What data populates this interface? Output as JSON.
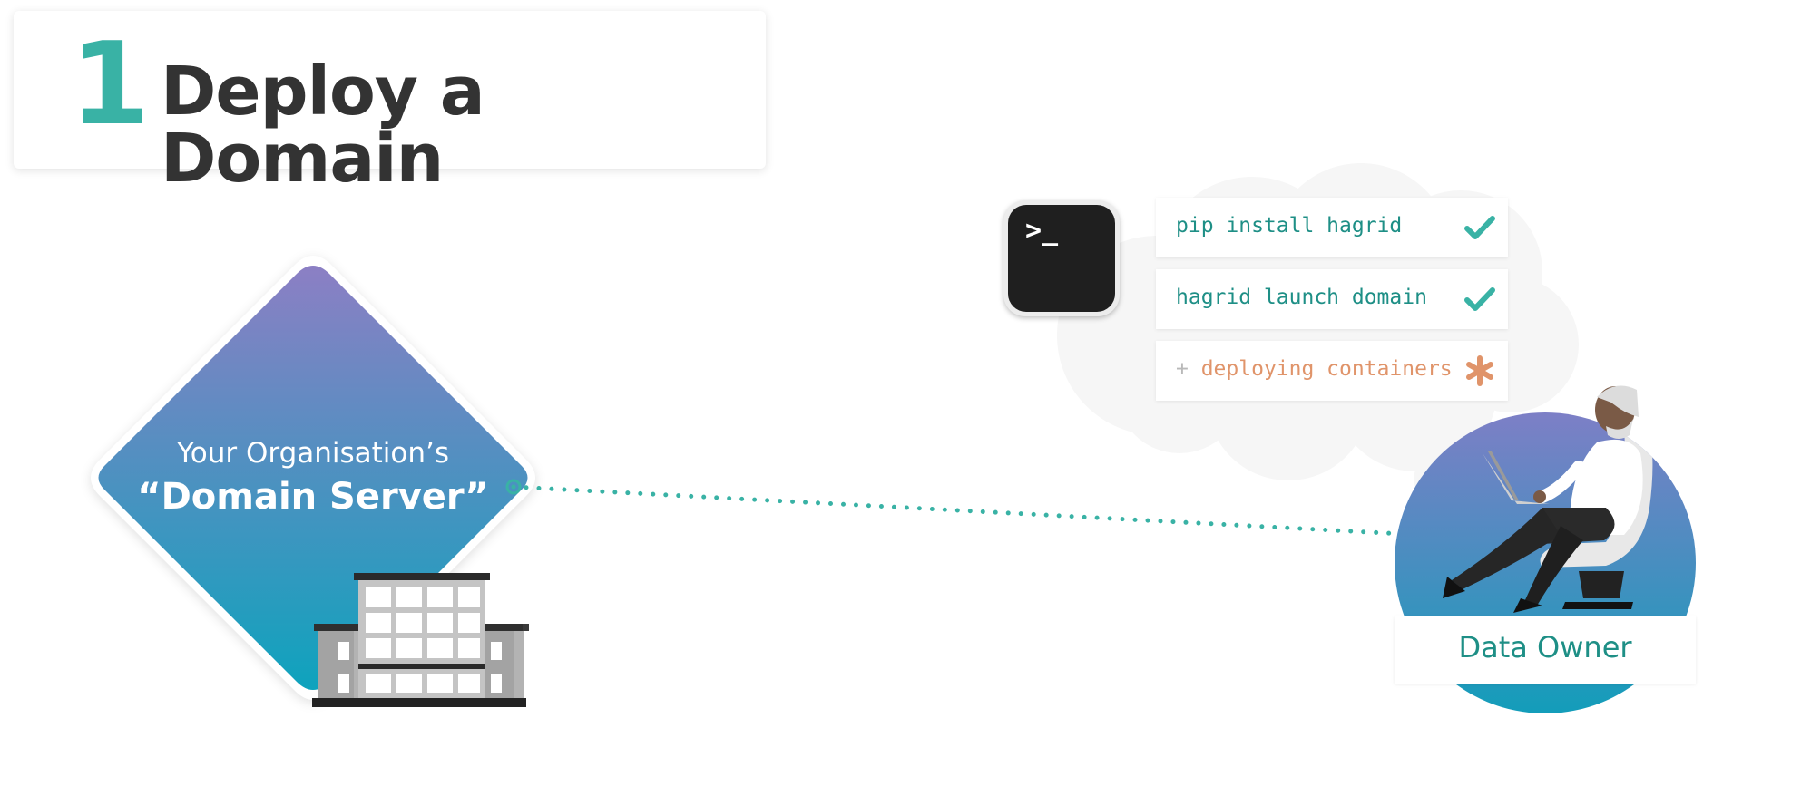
{
  "header": {
    "step_number": "1",
    "title": "Deploy a Domain"
  },
  "domain_server": {
    "subtitle": "Your Organisation’s",
    "name": "“Domain Server”",
    "icon": "office-building-icon"
  },
  "terminal": {
    "icon": "terminal-icon",
    "prompt": ">_",
    "commands": [
      {
        "prefix": "",
        "text": "pip install hagrid",
        "status": "done",
        "status_icon": "checkmark-icon"
      },
      {
        "prefix": "",
        "text": "hagrid launch domain",
        "status": "done",
        "status_icon": "checkmark-icon"
      },
      {
        "prefix": "+ ",
        "text": "deploying containers",
        "status": "in-progress",
        "status_icon": "asterisk-icon"
      }
    ]
  },
  "data_owner": {
    "label": "Data Owner",
    "icon": "person-with-laptop-icon"
  },
  "colors": {
    "accent_teal": "#39b2a5",
    "text_teal": "#1e8f86",
    "pending_orange": "#e0946a",
    "gradient_top": "#8c7fc4",
    "gradient_bottom": "#0ea3bd",
    "title_text": "#333333"
  }
}
